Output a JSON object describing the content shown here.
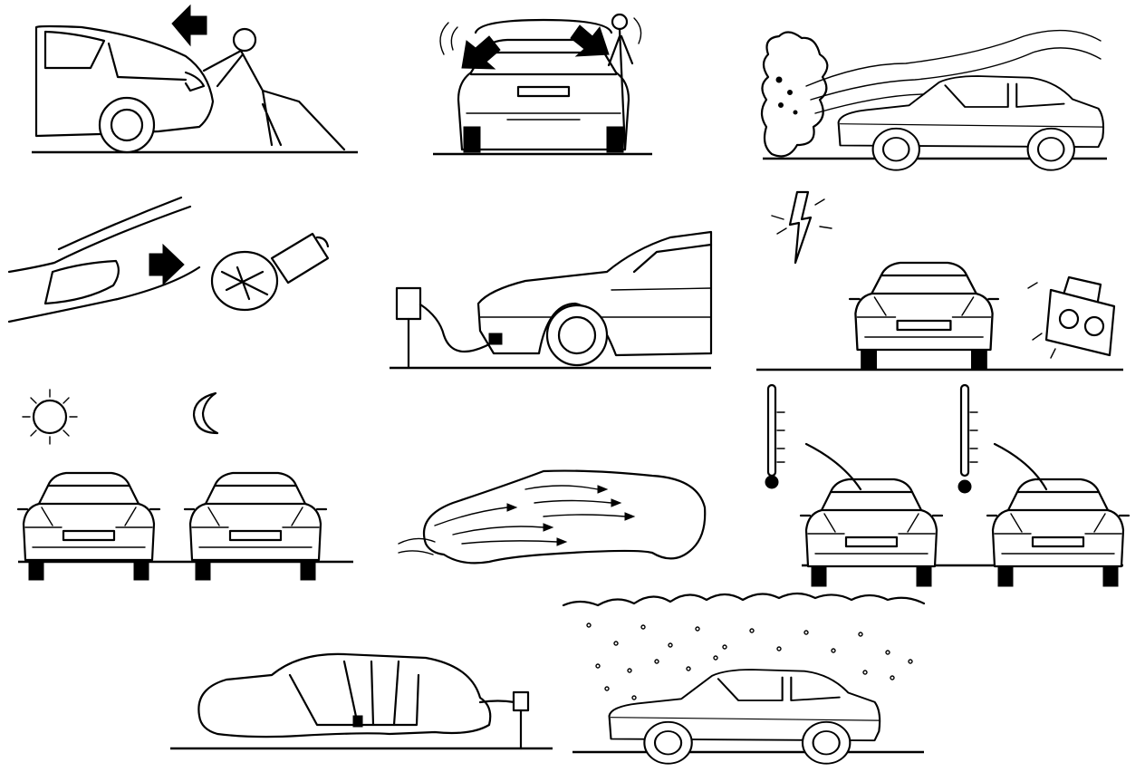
{
  "figure": {
    "panels": [
      {
        "id": "push-tailgate",
        "icon": "arrow-icon"
      },
      {
        "id": "close-trunk",
        "icon": "arrow-icon"
      },
      {
        "id": "exhaust-smoke",
        "icon": "smoke-icon"
      },
      {
        "id": "tail-lamp-bulb",
        "icon": "bulb-icon"
      },
      {
        "id": "external-power",
        "icon": "plug-icon"
      },
      {
        "id": "radio-interference",
        "icon": "lightning-icon"
      },
      {
        "id": "day-night",
        "icon": "sun-icon"
      },
      {
        "id": "airflow",
        "icon": "airflow-icon"
      },
      {
        "id": "temperature",
        "icon": "thermometer-icon"
      },
      {
        "id": "interior-power",
        "icon": "plug-icon"
      },
      {
        "id": "rain",
        "icon": "cloud-icon"
      }
    ]
  }
}
